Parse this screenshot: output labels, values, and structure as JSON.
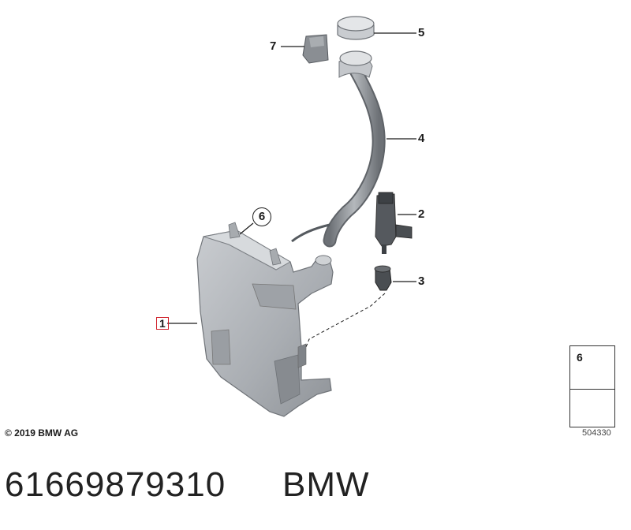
{
  "callouts": {
    "c1": "1",
    "c2": "2",
    "c3": "3",
    "c4": "4",
    "c5": "5",
    "c6": "6",
    "c7": "7"
  },
  "legend": {
    "number": "6",
    "code": "504330"
  },
  "copyright": "© 2019 BMW AG",
  "footer": {
    "part_number": "61669879310",
    "brand": "BMW"
  },
  "colors": {
    "part_fill": "#b8bcc0",
    "part_dark": "#8e9297",
    "highlight_box": "#d0202a",
    "line": "#1a1a1a"
  }
}
